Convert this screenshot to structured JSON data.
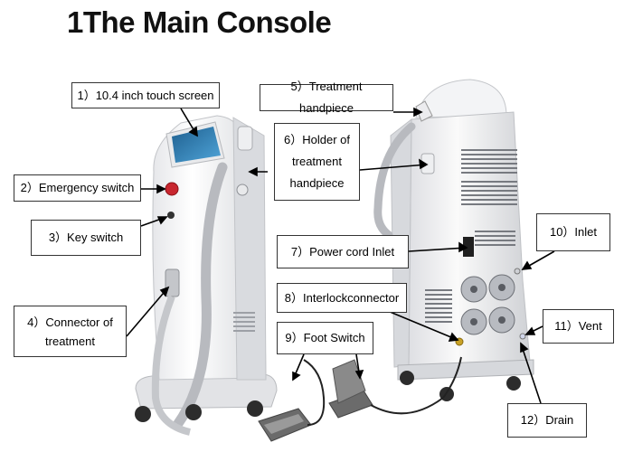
{
  "title": "1The Main Console",
  "labels": [
    {
      "id": "touch-screen",
      "text": "1）10.4 inch touch screen"
    },
    {
      "id": "emergency-switch",
      "text": "2）Emergency switch"
    },
    {
      "id": "key-switch",
      "text": "3）Key switch"
    },
    {
      "id": "connector-treatment",
      "text": "4）Connector of treatment"
    },
    {
      "id": "treatment-handpiece",
      "text": "5）Treatment handpiece"
    },
    {
      "id": "holder-handpiece",
      "text": "6）Holder of treatment handpiece"
    },
    {
      "id": "power-cord-inlet",
      "text": "7）Power cord Inlet"
    },
    {
      "id": "interlock-connector",
      "text": "8）Interlockconnector"
    },
    {
      "id": "foot-switch",
      "text": "9）Foot Switch"
    },
    {
      "id": "inlet",
      "text": "10）Inlet"
    },
    {
      "id": "vent",
      "text": "11）Vent"
    },
    {
      "id": "drain",
      "text": "12）Drain"
    }
  ]
}
